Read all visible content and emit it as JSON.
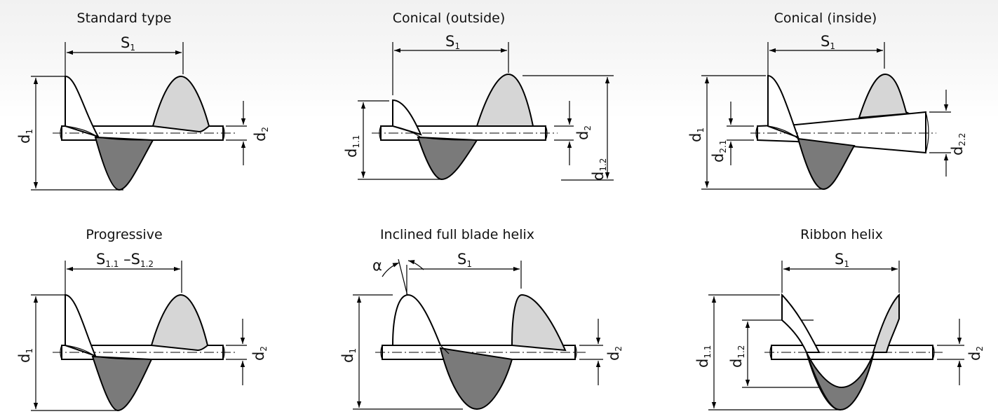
{
  "panels": [
    {
      "title": "Standard type",
      "pitch": "S",
      "pitch_sub": "1",
      "dims": [
        {
          "sym": "d",
          "sub": "1"
        },
        {
          "sym": "d",
          "sub": "2"
        }
      ]
    },
    {
      "title": "Conical (outside)",
      "pitch": "S",
      "pitch_sub": "1",
      "dims": [
        {
          "sym": "d",
          "sub": "1.1"
        },
        {
          "sym": "d",
          "sub": "2"
        },
        {
          "sym": "d",
          "sub": "1.2"
        }
      ]
    },
    {
      "title": "Conical (inside)",
      "pitch": "S",
      "pitch_sub": "1",
      "dims": [
        {
          "sym": "d",
          "sub": "1"
        },
        {
          "sym": "d",
          "sub": "2.1"
        },
        {
          "sym": "d",
          "sub": "2.2"
        }
      ]
    },
    {
      "title": "Progressive",
      "pitch": "S",
      "pitch_sub": "1.1",
      "pitch_sep": " –S",
      "pitch_sub2": "1.2",
      "dims": [
        {
          "sym": "d",
          "sub": "1"
        },
        {
          "sym": "d",
          "sub": "2"
        }
      ]
    },
    {
      "title": "Inclined full blade helix",
      "pitch": "S",
      "pitch_sub": "1",
      "angle": "α",
      "dims": [
        {
          "sym": "d",
          "sub": "1"
        },
        {
          "sym": "d",
          "sub": "2"
        }
      ]
    },
    {
      "title": "Ribbon helix",
      "pitch": "S",
      "pitch_sub": "1",
      "dims": [
        {
          "sym": "d",
          "sub": "1.1"
        },
        {
          "sym": "d",
          "sub": "1.2"
        },
        {
          "sym": "d",
          "sub": "2"
        }
      ]
    }
  ]
}
